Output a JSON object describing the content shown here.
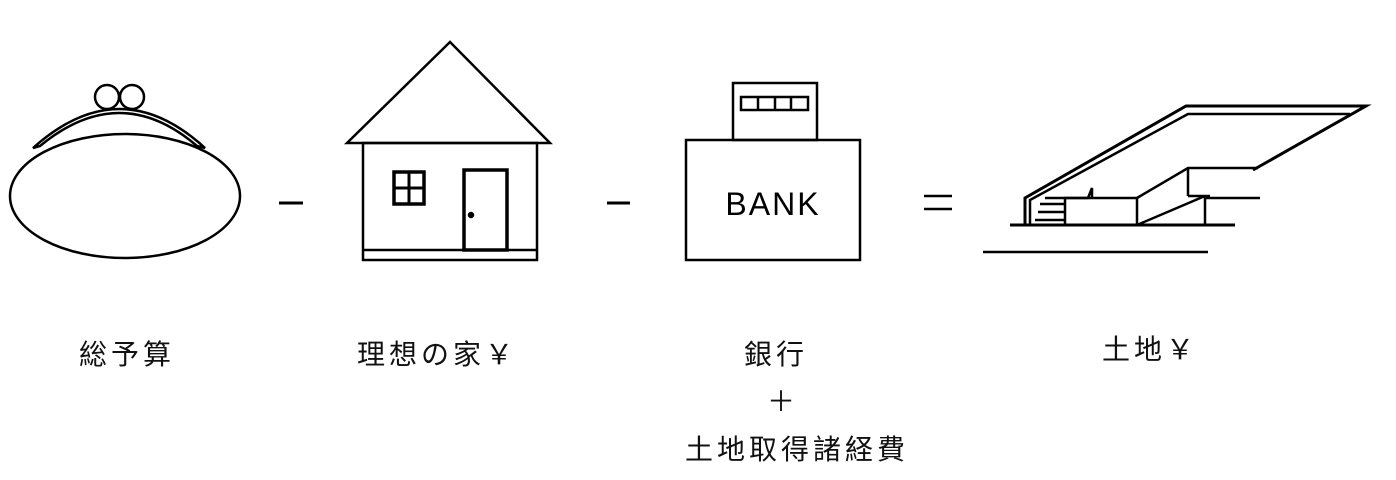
{
  "diagram": {
    "operators": {
      "minus1": "−",
      "minus2": "−",
      "equals": "="
    },
    "bank_sign": "BANK",
    "labels": {
      "total_budget": "総予算",
      "ideal_house": "理想の家￥",
      "bank": "銀行",
      "plus": "＋",
      "land_costs": "土地取得諸経費",
      "land": "土地￥"
    }
  }
}
